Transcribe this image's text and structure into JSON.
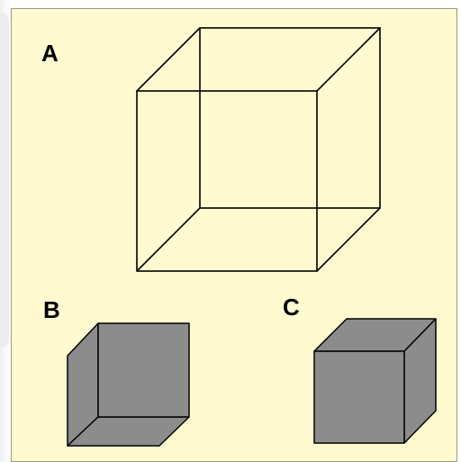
{
  "figures": {
    "a": {
      "label": "A",
      "style": "wireframe"
    },
    "b": {
      "label": "B",
      "style": "concave-corner"
    },
    "c": {
      "label": "C",
      "style": "solid-box"
    }
  },
  "colors": {
    "background": "#fffad0",
    "face_fill": "#8c8c8c",
    "stroke": "#000000"
  }
}
